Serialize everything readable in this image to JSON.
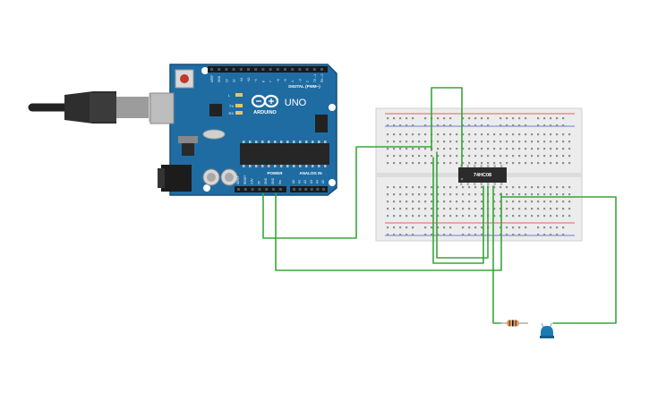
{
  "arduino": {
    "brand": "ARDUINO",
    "model": "UNO",
    "digital_label": "DIGITAL (PWM~)",
    "power_label": "POWER",
    "analog_label": "ANALOG IN",
    "led_l": "L",
    "led_tx": "TX",
    "led_rx": "RX",
    "digital_pins": [
      "AREF",
      "GND",
      "13",
      "12",
      "~11",
      "~10",
      "~9",
      "8",
      "7",
      "~6",
      "~5",
      "4",
      "~3",
      "2",
      "TX→1",
      "RX←0"
    ],
    "power_pins": [
      "IOREF",
      "RESET",
      "3.3V",
      "5V",
      "GND",
      "GND",
      "Vin"
    ],
    "analog_pins": [
      "A0",
      "A1",
      "A2",
      "A3",
      "A4",
      "A5"
    ]
  },
  "chip": {
    "label": "74HC08"
  },
  "colors": {
    "board": "#1f6ca3",
    "board_edge": "#164f7a",
    "wire": "#39a53a",
    "breadboard": "#ececec",
    "rail_red": "#d43a3a",
    "rail_blue": "#3a5cc4",
    "led": "#1b7bb2",
    "chip": "#2b2b2b"
  }
}
